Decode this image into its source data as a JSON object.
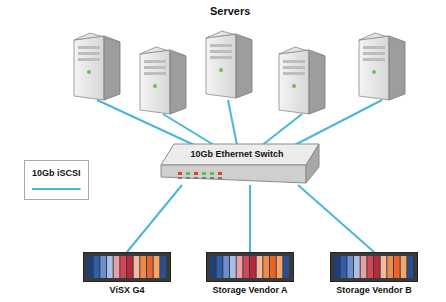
{
  "diagram": {
    "nodes": [
      {
        "text": [
          "10Gb Ethernet Switch"
        ]
      },
      {
        "text": [
          "ViSX G4"
        ]
      },
      {
        "text": [
          "Storage Vendor A"
        ]
      },
      {
        "text": [
          "Storage Vendor B"
        ]
      }
    ],
    "edges": [
      {
        "from": 0,
        "to": 1,
        "arrow": "none"
      },
      {
        "from": 0,
        "to": 2,
        "arrow": "none"
      },
      {
        "from": 0,
        "to": 3,
        "arrow": "none"
      }
    ],
    "labels": [
      "Servers"
    ],
    "legend": [
      {
        "text": "10Gb iSCSI"
      }
    ]
  }
}
